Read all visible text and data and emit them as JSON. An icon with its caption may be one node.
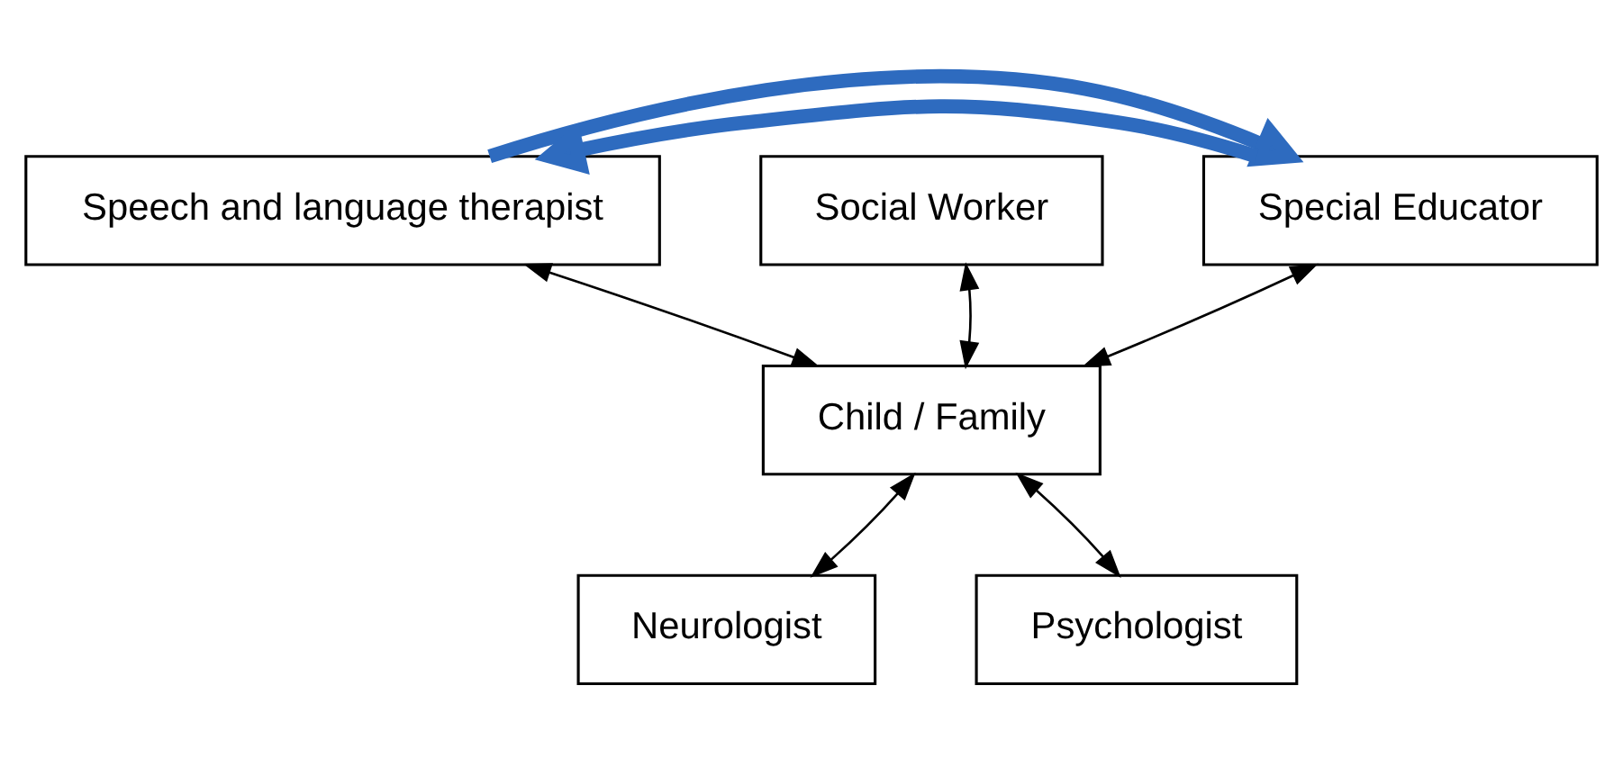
{
  "diagram": {
    "nodes": [
      {
        "text": [
          "Speech and language therapist"
        ]
      },
      {
        "text": [
          "Social Worker"
        ]
      },
      {
        "text": [
          "Special Educator"
        ]
      },
      {
        "text": [
          "Child / Family"
        ]
      },
      {
        "text": [
          "Neurologist"
        ]
      },
      {
        "text": [
          "Psychologist"
        ]
      }
    ],
    "edges": [
      {
        "from": 3,
        "to": 0,
        "arrow": "both"
      },
      {
        "from": 3,
        "to": 1,
        "arrow": "both"
      },
      {
        "from": 3,
        "to": 2,
        "arrow": "both"
      },
      {
        "from": 3,
        "to": 4,
        "arrow": "both"
      },
      {
        "from": 3,
        "to": 5,
        "arrow": "both"
      },
      {
        "from": 2,
        "to": 0,
        "arrow": "to",
        "style": "thick",
        "color": "#2e6bbf"
      },
      {
        "from": 0,
        "to": 2,
        "arrow": "to",
        "style": "thick",
        "color": "#2e6bbf"
      }
    ]
  }
}
